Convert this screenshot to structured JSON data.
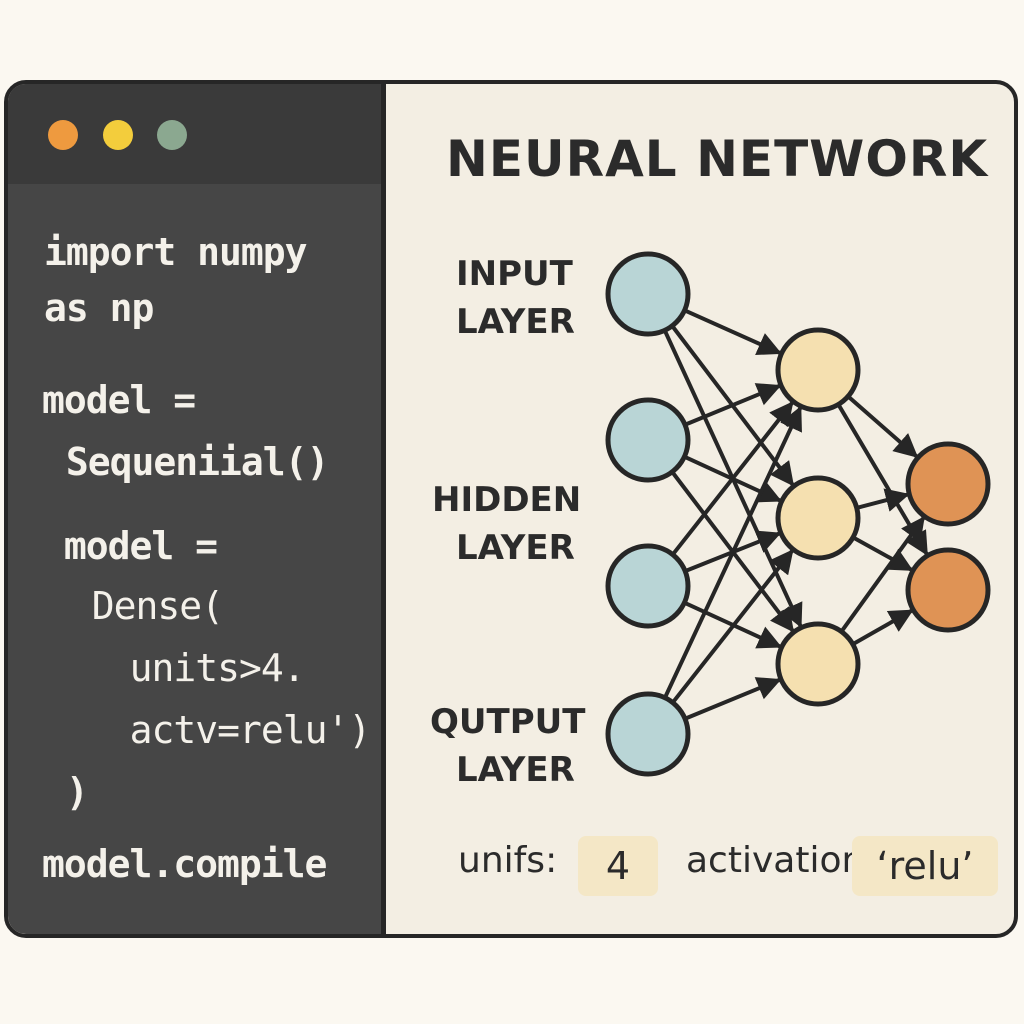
{
  "window": {
    "controls": [
      {
        "name": "close",
        "color": "#ee9a3f"
      },
      {
        "name": "minimize",
        "color": "#f3cd3c"
      },
      {
        "name": "maximize",
        "color": "#8ba890"
      }
    ]
  },
  "code": {
    "lines": [
      "import numpy",
      "as np",
      "model =",
      " Sequeniial()",
      " model =",
      "  Dense(",
      "   units>4.",
      "   actv=relu')",
      " )",
      "model.compile"
    ]
  },
  "diagram": {
    "title": "NEURAL NETWORK",
    "labels": {
      "input": [
        "INPUT",
        "LAYER"
      ],
      "hidden": [
        "HIDDEN",
        "LAYER"
      ],
      "output": [
        "QUTPUT",
        "LAYER"
      ]
    },
    "node_colors": {
      "input": "#b9d5d6",
      "hidden": "#f5e0b0",
      "output": "#df9355"
    },
    "params": {
      "units_label": "unifs:",
      "units_value": "4",
      "activation_label": "activation",
      "activation_value": "‘relu’"
    }
  }
}
